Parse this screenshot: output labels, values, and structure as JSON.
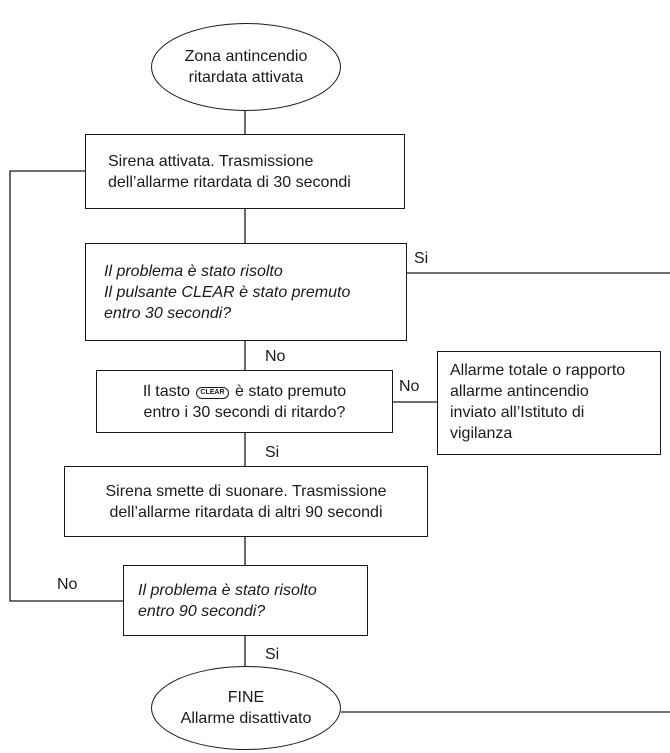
{
  "nodes": {
    "start": {
      "line1": "Zona antincendio",
      "line2": "ritardata attivata"
    },
    "siren": {
      "line1": "Sirena attivata. Trasmissione",
      "line2": "dell’allarme ritardata di 30 secondi"
    },
    "question1": {
      "line1": "Il problema è stato risolto",
      "line2": "Il pulsante CLEAR è stato premuto",
      "line3": "entro 30 secondi?"
    },
    "question2": {
      "pre": "Il tasto",
      "key": "CLEAR",
      "post": "è stato premuto",
      "line2": "entro i 30 secondi di ritardo?"
    },
    "alarm_sent": {
      "line1": "Allarme totale o rapporto",
      "line2": "allarme antincendio",
      "line3": "inviato all’Istituto di",
      "line4": "vigilanza"
    },
    "siren_stop": {
      "line1": "Sirena smette di suonare. Trasmissione",
      "line2": "dell’allarme ritardata di altri 90 secondi"
    },
    "question3": {
      "line1": "Il problema è stato risolto",
      "line2": "entro 90 secondi?"
    },
    "end": {
      "line1": "FINE",
      "line2": "Allarme disattivato"
    }
  },
  "labels": {
    "q1_yes": "Si",
    "q1_no": "No",
    "q2_no": "No",
    "q2_yes": "Si",
    "q3_no": "No",
    "q3_yes": "Si"
  }
}
